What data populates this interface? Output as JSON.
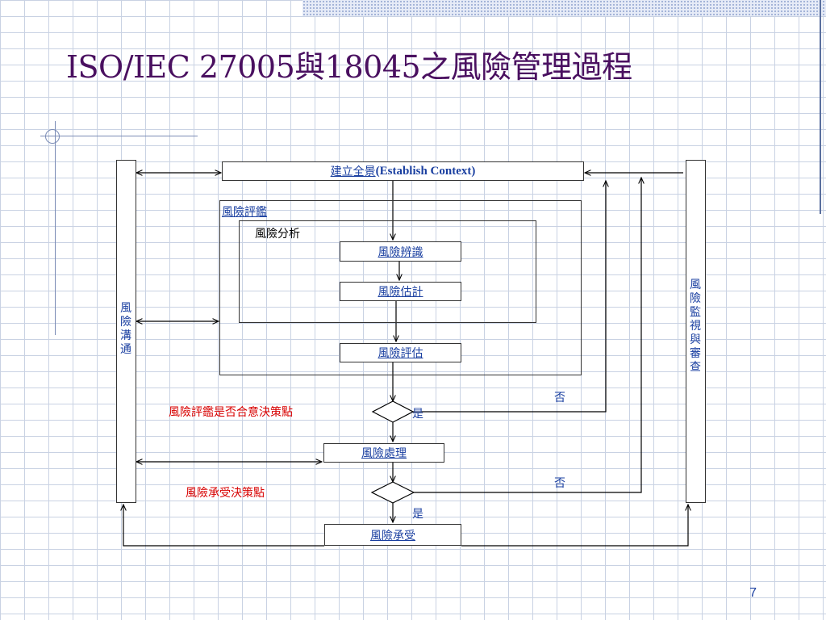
{
  "title": "ISO/IEC 27005與18045之風險管理過程",
  "page_number": "7",
  "diagram": {
    "establish_context": {
      "zh": "建立全景",
      "en": "(Establish Context)"
    },
    "risk_assessment": "風險評鑑",
    "risk_analysis": "風險分析",
    "risk_identification": "風險辨識",
    "risk_estimation": "風險估計",
    "risk_evaluation": "風險評估",
    "risk_treatment": "風險處理",
    "risk_acceptance": "風險承受",
    "risk_communication": "風險溝通",
    "risk_monitoring_review": "風險監視與審查",
    "decision_point_1": "風險評鑑是否合意決策點",
    "decision_point_2": "風險承受決策點",
    "yes": "是",
    "no": "否"
  }
}
